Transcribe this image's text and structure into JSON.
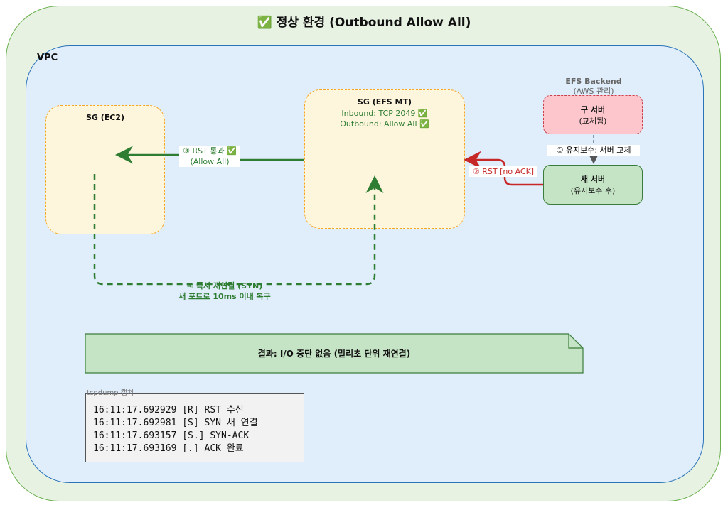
{
  "title": "✅ 정상 환경 (Outbound Allow All)",
  "vpc_label": "VPC",
  "sg_ec2": {
    "title": "SG (EC2)"
  },
  "sg_efs": {
    "title": "SG (EFS MT)",
    "inbound": "Inbound: TCP 2049 ✅",
    "outbound": "Outbound: Allow All ✅"
  },
  "efs_backend": {
    "title": "EFS Backend",
    "subtitle": "(AWS 관리)"
  },
  "old_server": {
    "title": "구 서버",
    "subtitle": "(교체됨)"
  },
  "new_server": {
    "title": "새 서버",
    "subtitle": "(유지보수 후)"
  },
  "edges": {
    "step1": "① 유지보수: 서버 교체",
    "step2": "② RST [no ACK]",
    "step3_line1": "③ RST 통과 ✅",
    "step3_line2": "(Allow All)",
    "step4_line1": "④ 즉시 재연결 (SYN)",
    "step4_line2": "새 포트로 10ms 이내 복구"
  },
  "result": "결과: I/O 중단 없음 (밀리초 단위 재연결)",
  "tcpdump": {
    "label": "tcpdump 캡처",
    "lines": [
      "16:11:17.692929 [R] RST 수신",
      "16:11:17.692981 [S] SYN 새 연결",
      "16:11:17.693157 [S.] SYN-ACK",
      "16:11:17.693169 [.] ACK 완료"
    ]
  },
  "colors": {
    "outer": "#e7f2e3",
    "vpc": "#e0eefc",
    "sg": "#fdf5dc",
    "rst": "#c62828",
    "ok": "#2e7d32",
    "old_server": "#fdc6cc",
    "new_server": "#c5e3c5"
  }
}
